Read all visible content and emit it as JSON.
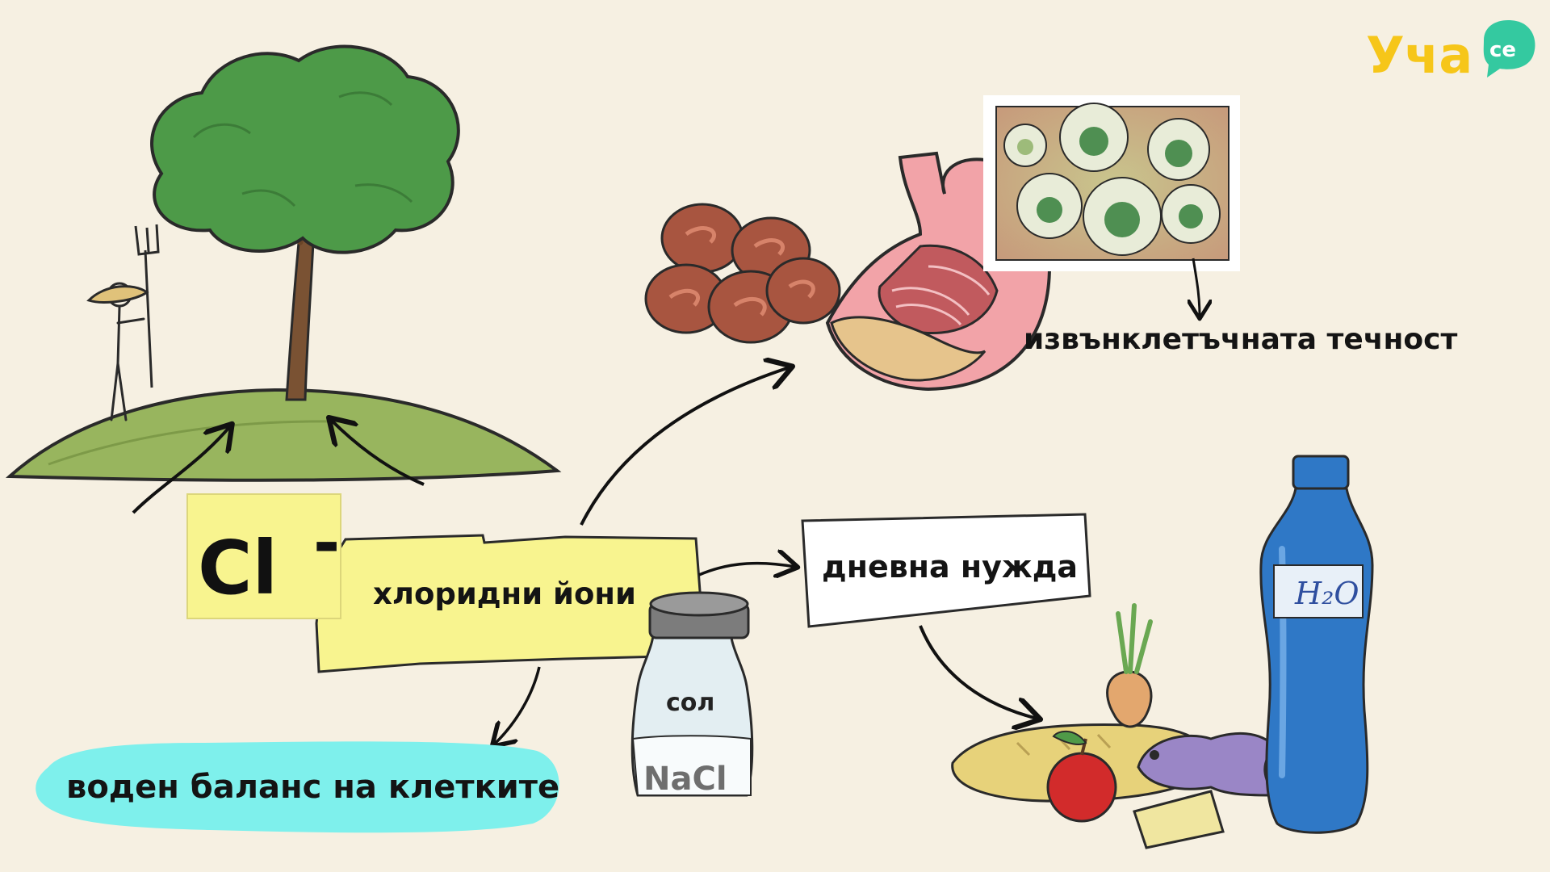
{
  "logo": {
    "text": "Уча",
    "suffix": "се",
    "color_main": "#f6c619",
    "color_bubble": "#34c9a0"
  },
  "central": {
    "symbol": "Cl",
    "charge": "-",
    "label": "хлоридни йони"
  },
  "labels": {
    "extracellular": "извънклетъчната течност",
    "daily_need": "дневна нужда",
    "water_balance": "воден баланс на клетките",
    "salt": "сол",
    "salt_formula": "NaCl",
    "water_bottle": "H₂O"
  },
  "colors": {
    "background": "#f6f0e2",
    "yellow_note": "#f8f48f",
    "water_balance_blob": "#7ef0ec",
    "stomach": "#f2a3a8",
    "blood_cell": "#a85540",
    "tree": "#4a9a46",
    "bottle": "#2f78c6"
  }
}
